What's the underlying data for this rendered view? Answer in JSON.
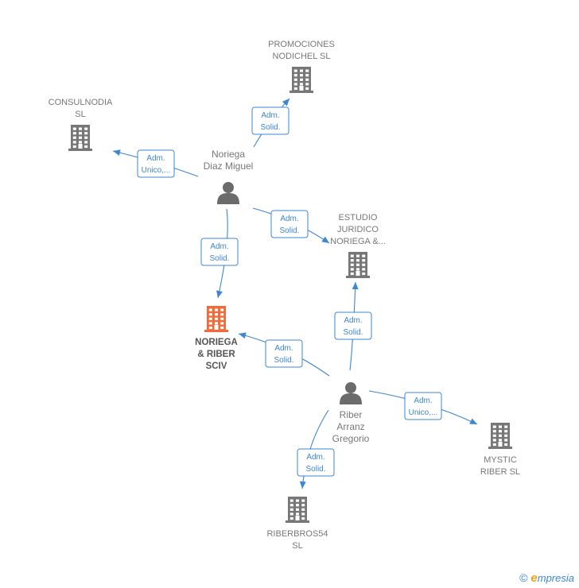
{
  "colors": {
    "edge": "#3d86d1",
    "company": "#777777",
    "company_main": "#f06a3a",
    "person": "#6b6b6b"
  },
  "nodes": [
    {
      "id": "promociones",
      "type": "company",
      "lines": [
        "PROMOCIONES",
        "NODICHEL SL"
      ],
      "icon": "building-icon"
    },
    {
      "id": "consulnodia",
      "type": "company",
      "lines": [
        "CONSULNODIA",
        "SL"
      ],
      "icon": "building-icon"
    },
    {
      "id": "noriega_diaz",
      "type": "person",
      "lines": [
        "Noriega",
        "Diaz Miguel"
      ],
      "icon": "person-icon"
    },
    {
      "id": "estudio",
      "type": "company",
      "lines": [
        "ESTUDIO",
        "JURIDICO",
        "NORIEGA &..."
      ],
      "icon": "building-icon"
    },
    {
      "id": "noriega_riber",
      "type": "company_main",
      "lines": [
        "NORIEGA",
        "& RIBER",
        "SCIV"
      ],
      "icon": "building-icon"
    },
    {
      "id": "riber_arranz",
      "type": "person",
      "lines": [
        "Riber",
        "Arranz",
        "Gregorio"
      ],
      "icon": "person-icon"
    },
    {
      "id": "mystic",
      "type": "company",
      "lines": [
        "MYSTIC",
        "RIBER  SL"
      ],
      "icon": "building-icon"
    },
    {
      "id": "riberbros",
      "type": "company",
      "lines": [
        "RIBERBROS54",
        "SL"
      ],
      "icon": "building-icon"
    }
  ],
  "edges": [
    {
      "from": "noriega_diaz",
      "to": "promociones",
      "label": [
        "Adm.",
        "Solid."
      ]
    },
    {
      "from": "noriega_diaz",
      "to": "consulnodia",
      "label": [
        "Adm.",
        "Unico,..."
      ]
    },
    {
      "from": "noriega_diaz",
      "to": "estudio",
      "label": [
        "Adm.",
        "Solid."
      ]
    },
    {
      "from": "noriega_diaz",
      "to": "noriega_riber",
      "label": [
        "Adm.",
        "Solid."
      ]
    },
    {
      "from": "riber_arranz",
      "to": "estudio",
      "label": [
        "Adm.",
        "Solid."
      ]
    },
    {
      "from": "riber_arranz",
      "to": "noriega_riber",
      "label": [
        "Adm.",
        "Solid."
      ]
    },
    {
      "from": "riber_arranz",
      "to": "mystic",
      "label": [
        "Adm.",
        "Unico,..."
      ]
    },
    {
      "from": "riber_arranz",
      "to": "riberbros",
      "label": [
        "Adm.",
        "Solid."
      ]
    }
  ],
  "footer": {
    "copyright": "©",
    "brand_initial": "e",
    "brand_rest": "mpresia"
  }
}
